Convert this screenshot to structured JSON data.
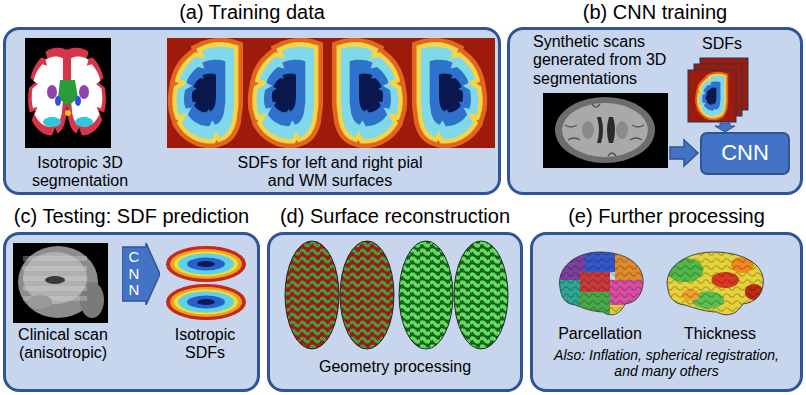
{
  "diagram": {
    "nodes": [
      {
        "text": [
          "(a) Training data",
          "Isotropic 3D segmentation",
          "SDFs for left and right pial and WM surfaces"
        ]
      },
      {
        "text": [
          "(b) CNN training",
          "Synthetic scans generated from 3D segmentations",
          "SDFs"
        ]
      },
      {
        "text": [
          "CNN"
        ],
        "in": 1
      },
      {
        "text": [
          "(c) Testing: SDF prediction",
          "Clinical scan (anisotropic)",
          "Isotropic SDFs"
        ]
      },
      {
        "text": [
          "CNN"
        ],
        "in": 3
      },
      {
        "text": [
          "(d) Surface reconstruction",
          "Geometry processing"
        ]
      },
      {
        "text": [
          "(e) Further processing",
          "Parcellation",
          "Thickness",
          "Also: Inflation, spherical registration, and many others"
        ]
      }
    ]
  }
}
